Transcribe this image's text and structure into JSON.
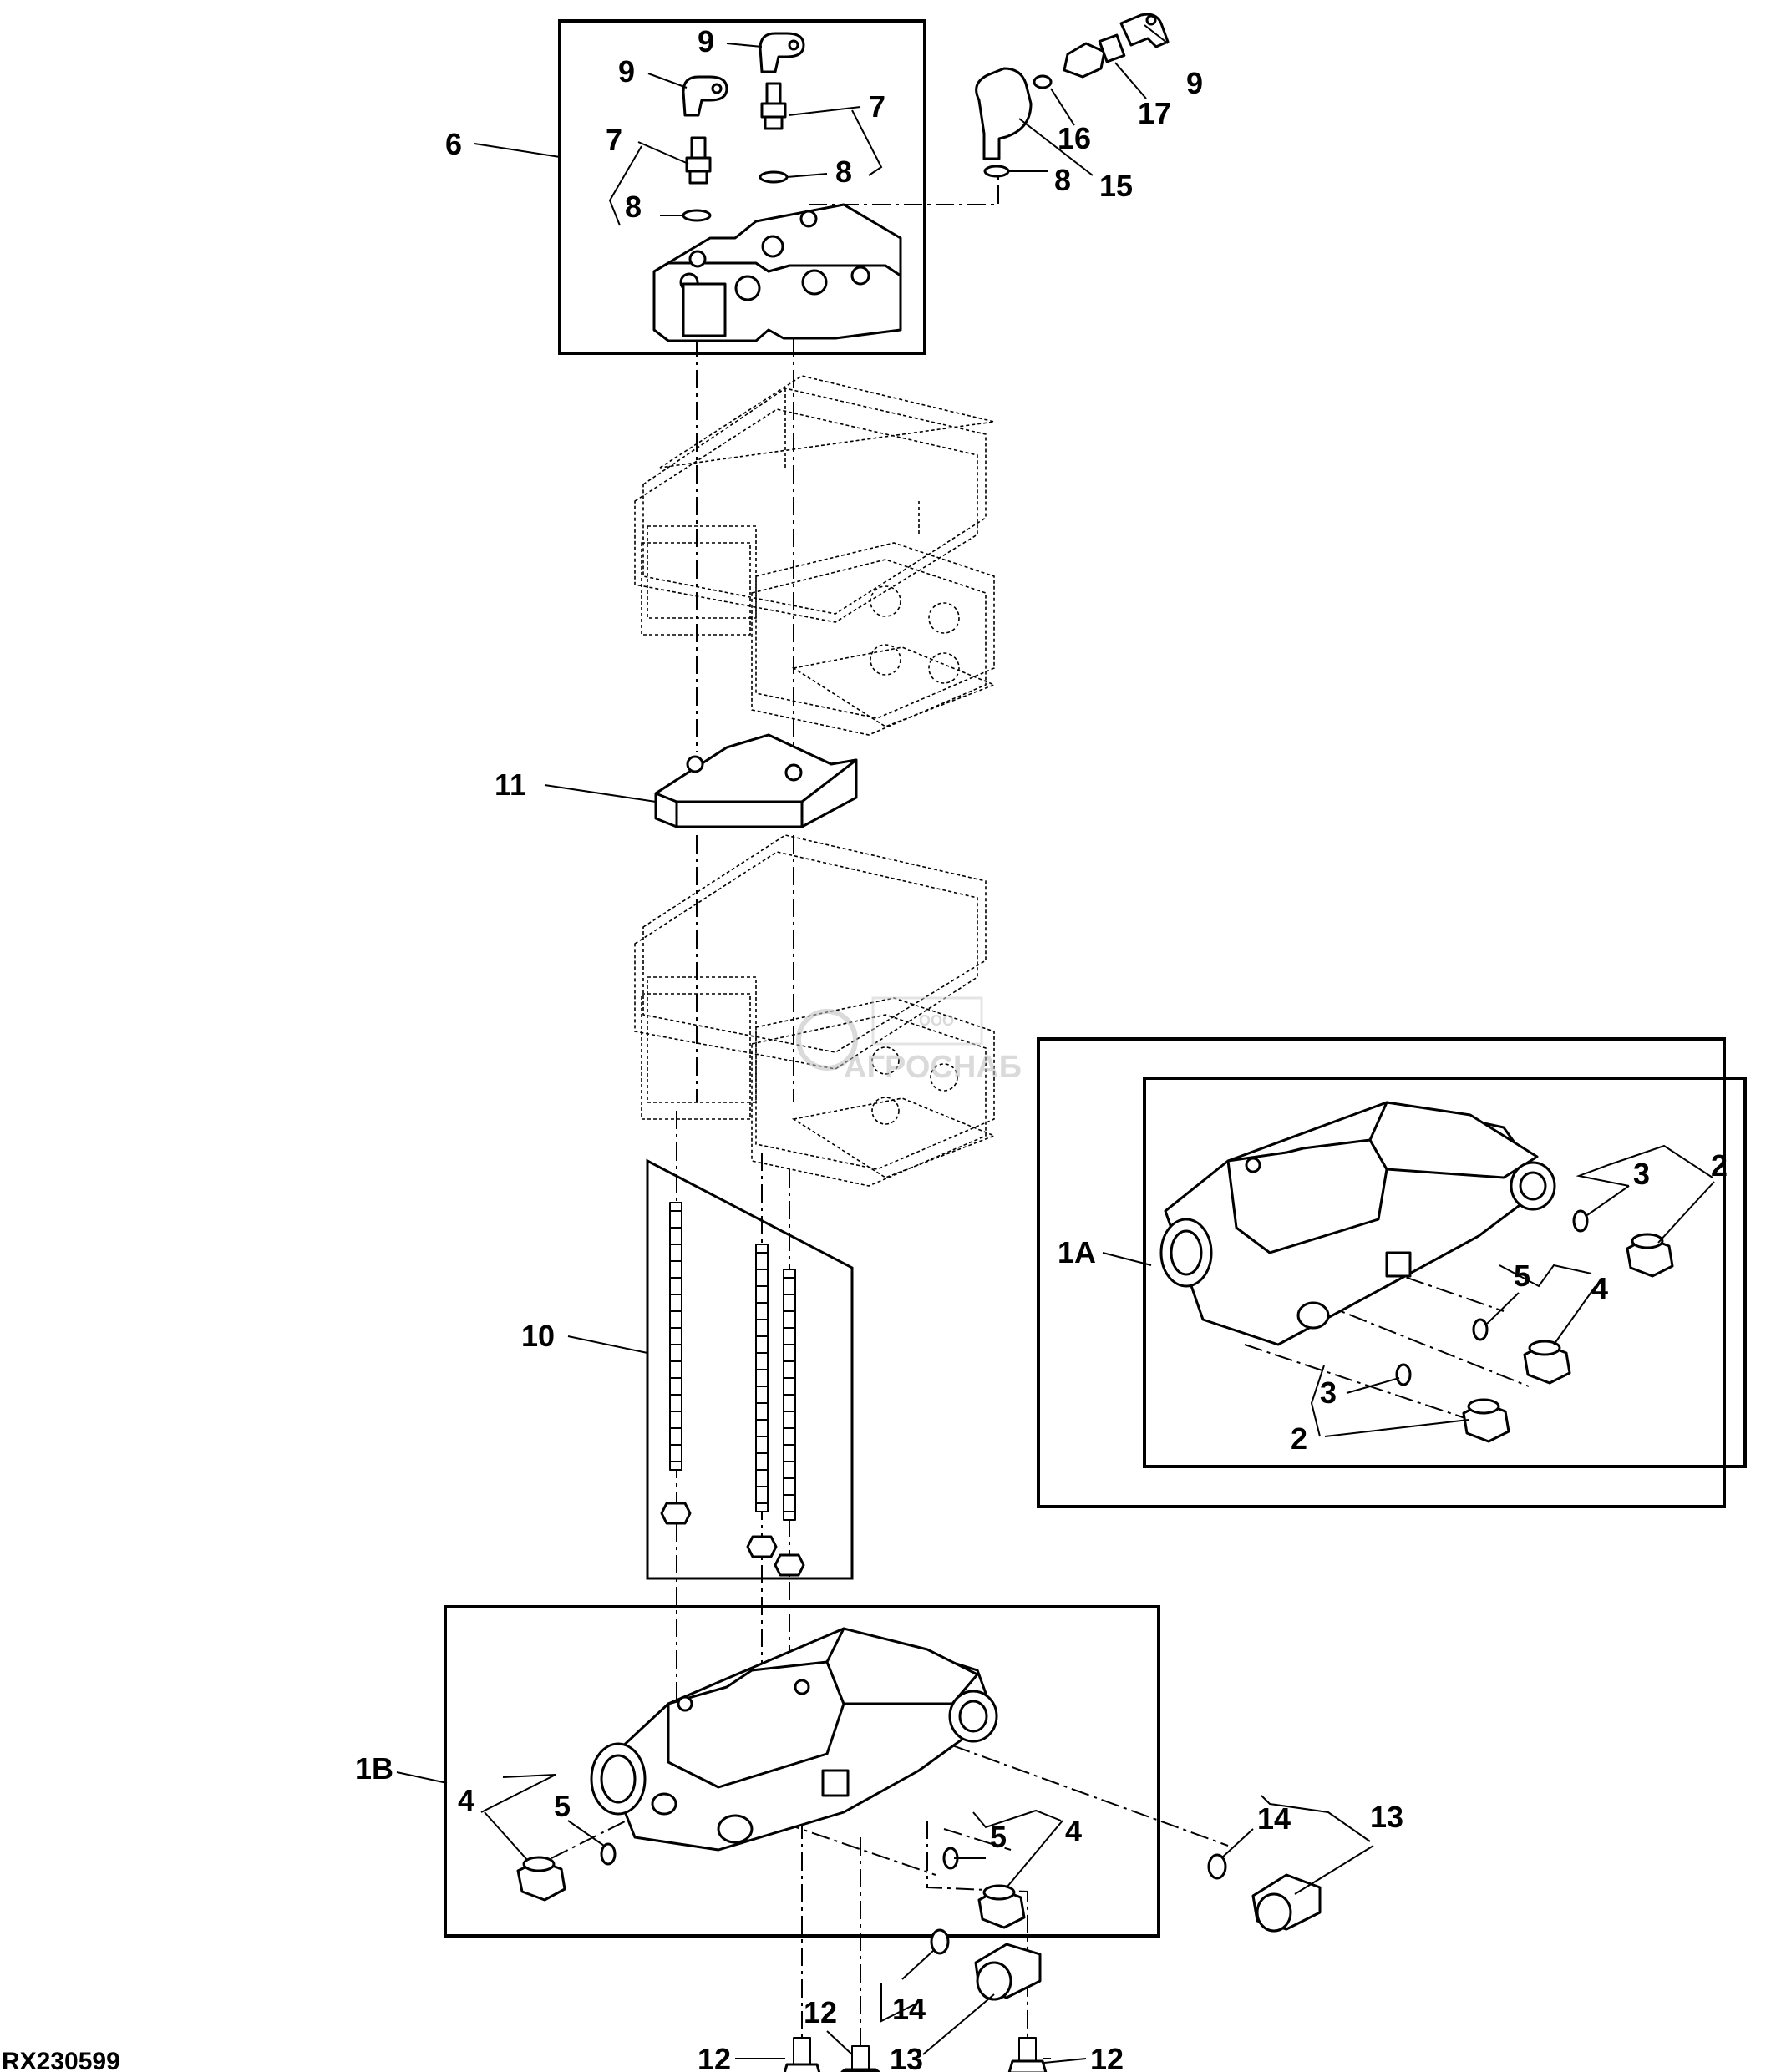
{
  "figure_code": "RX230599",
  "watermark": {
    "line1": "ООО",
    "line2": "АГРОСНАБ"
  },
  "callouts": {
    "c6": "6",
    "c7a": "7",
    "c7b": "7",
    "c8a": "8",
    "c8b": "8",
    "c8c": "8",
    "c9a": "9",
    "c9b": "9",
    "c9c": "9",
    "c15": "15",
    "c16": "16",
    "c17": "17",
    "c11": "11",
    "c10": "10",
    "c1A": "1A",
    "c2a": "2",
    "c2b": "2",
    "c3a": "3",
    "c3b": "3",
    "c4a": "4",
    "c5a": "5",
    "c1B": "1B",
    "c4b": "4",
    "c5b": "5",
    "c5c": "5",
    "c4c": "4",
    "c14a": "14",
    "c13a": "13",
    "c14b": "14",
    "c13b": "13",
    "c12a": "12",
    "c12b": "12",
    "c12c": "12"
  }
}
